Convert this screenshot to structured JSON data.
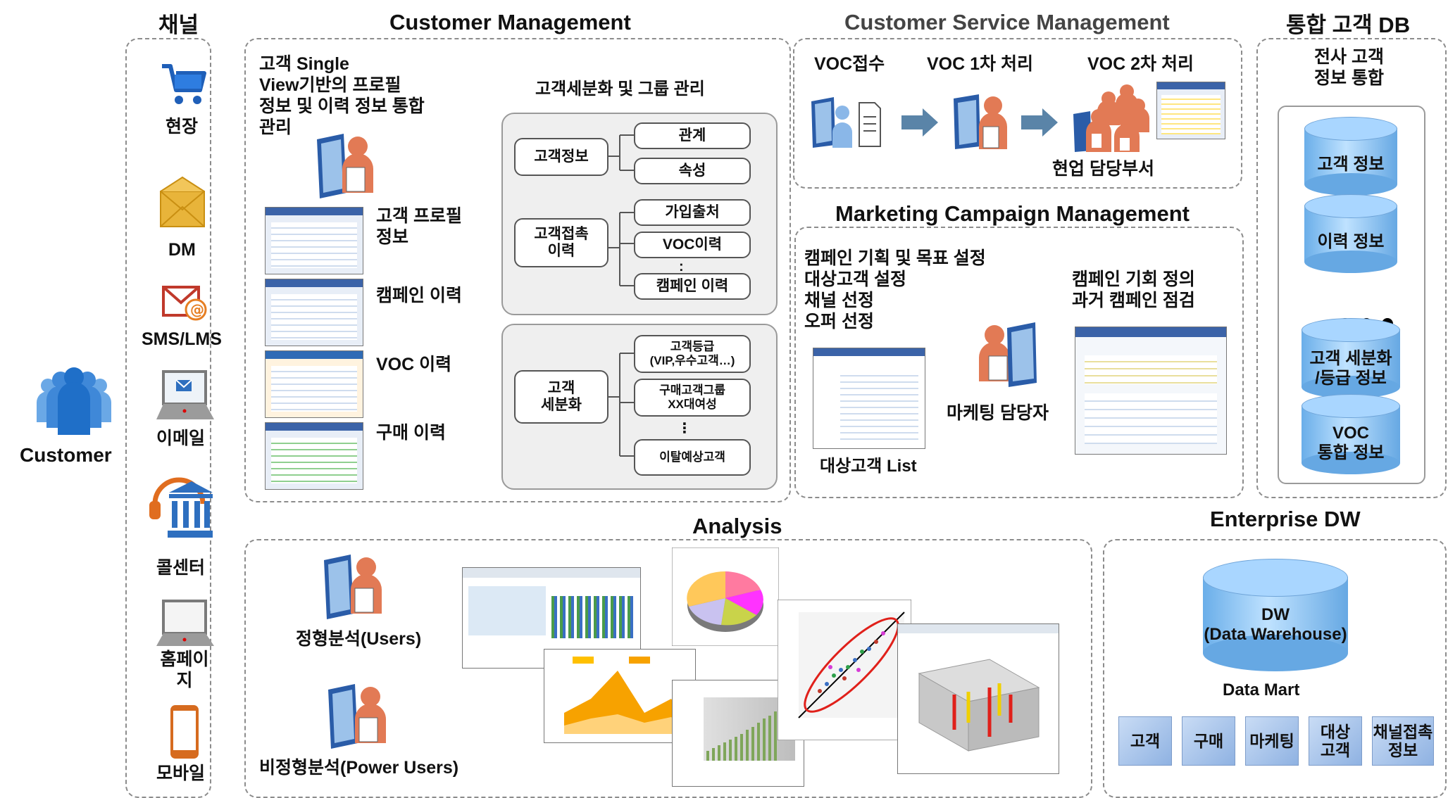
{
  "channel": {
    "title": "채널",
    "items": [
      "현장",
      "DM",
      "SMS/LMS",
      "이메일",
      "콜센터",
      "홈페이지",
      "모바일"
    ],
    "customer": "Customer"
  },
  "cm": {
    "title": "Customer Management",
    "single_view_lines": [
      "고객 Single",
      "View기반의 프로필",
      "정보 및 이력 정보 통합",
      "관리"
    ],
    "profiles": [
      "고객 프로필\n정보",
      "캠페인 이력",
      "VOC 이력",
      "구매 이력"
    ],
    "seg_title": "고객세분화 및 그룹 관리",
    "p1": {
      "root": "고객정보",
      "children": [
        "관계",
        "속성"
      ]
    },
    "p2": {
      "root": "고객접촉\n이력",
      "children": [
        "가입출처",
        "VOC이력",
        ":",
        "캠페인 이력"
      ]
    },
    "p3": {
      "root": "고객\n세분화",
      "children": [
        "고객등급\n(VIP,우수고객…)",
        "구매고객그룹\nXX대여성",
        "⋮",
        "이탈예상고객"
      ]
    }
  },
  "csm": {
    "title": "Customer Service Management",
    "steps": [
      "VOC접수",
      "VOC 1차 처리",
      "VOC 2차 처리"
    ],
    "dept": "현업 담당부서"
  },
  "mcm": {
    "title": "Marketing Campaign Management",
    "tasks": [
      "캠페인 기획 및 목표 설정",
      "대상고객 설정",
      "채널 선정",
      "오퍼 선정"
    ],
    "right_lines": [
      "캠페인 기회 정의",
      "과거 캠페인 점검"
    ],
    "list_label": "대상고객 List",
    "manager": "마케팅 담당자"
  },
  "db": {
    "title": "통합 고객 DB",
    "subtitle": "전사 고객\n정보 통합",
    "cylinders": [
      "고객 정보",
      "이력 정보",
      "고객 세분화\n/등급 정보",
      "VOC\n통합 정보"
    ]
  },
  "analysis": {
    "title": "Analysis",
    "users": "정형분석(Users)",
    "power": "비정형분석(Power  Users)"
  },
  "edw": {
    "title": "Enterprise DW",
    "dw": "DW\n(Data Warehouse)",
    "mart_title": "Data Mart",
    "marts": [
      "고객",
      "구매",
      "마케팅",
      "대상\n고객",
      "채널접촉\n정보"
    ]
  },
  "colors": {
    "accent": "#2e6fbf",
    "arrow": "#5a84a8",
    "dash": "#8c8c8c"
  }
}
